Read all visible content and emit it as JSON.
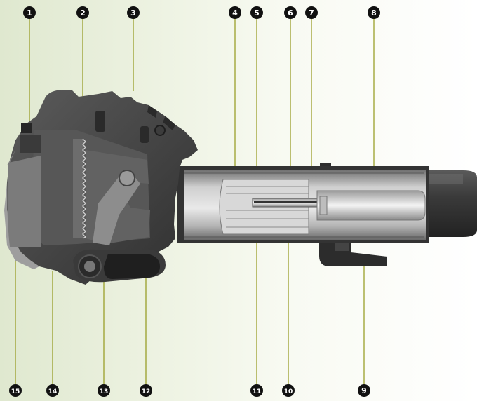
{
  "callouts": {
    "top": [
      "1",
      "2",
      "3",
      "4",
      "5",
      "6",
      "7",
      "8"
    ],
    "bottom": [
      "15",
      "14",
      "13",
      "12",
      "11",
      "10",
      "9"
    ]
  },
  "colors": {
    "leader_line": "#9a9f2b",
    "housing": "#4a4a4a",
    "bore": "#bfbfbf",
    "marker": "#111111"
  }
}
